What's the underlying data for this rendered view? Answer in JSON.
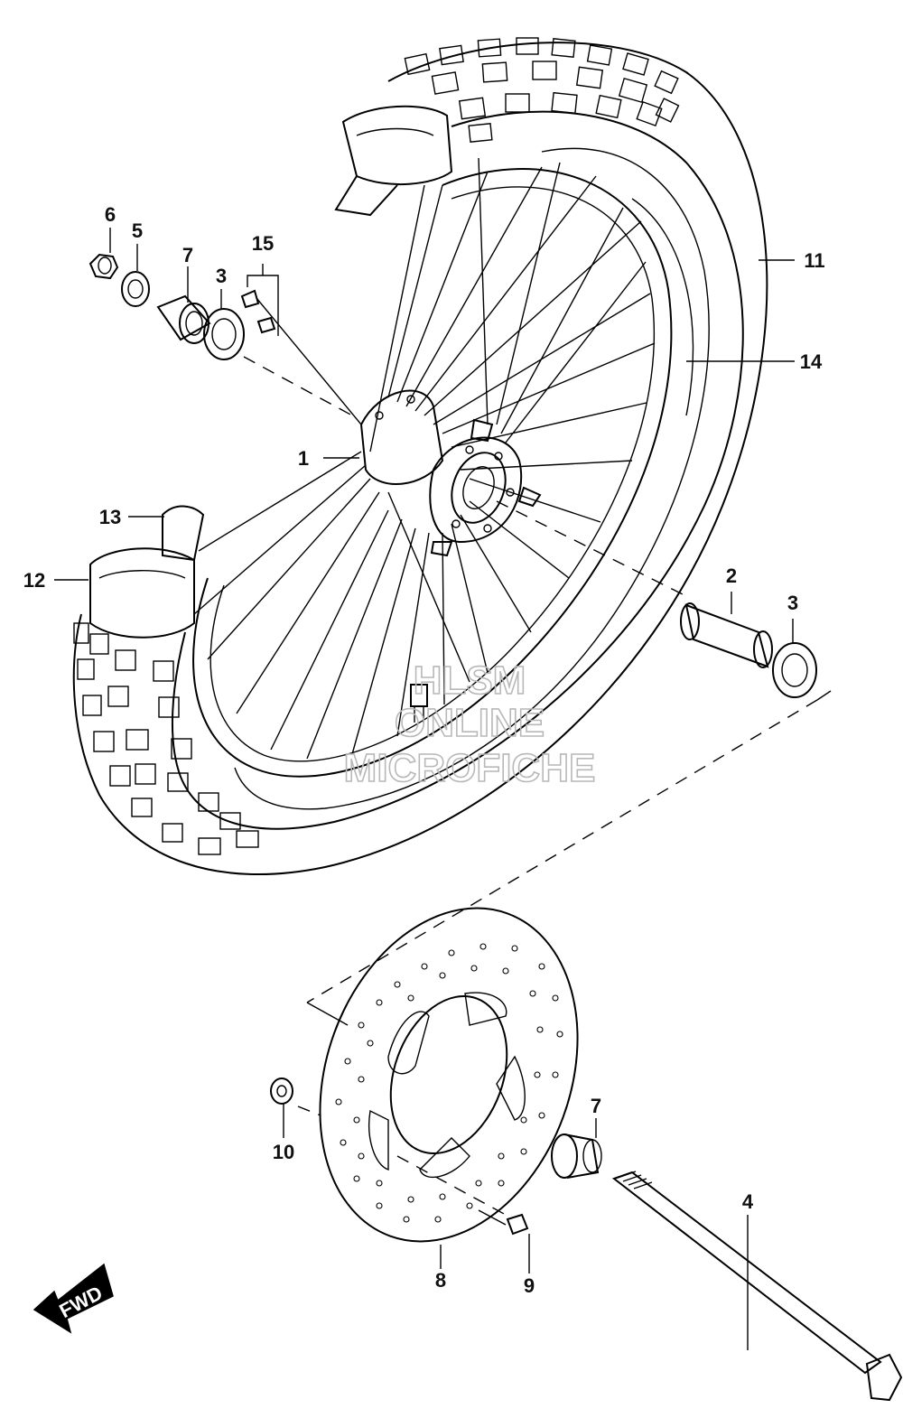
{
  "watermark": {
    "line1": "HLSM",
    "line2": "ONLINE",
    "line3": "MICROFICHE"
  },
  "fwd_label": "FWD",
  "callouts": [
    {
      "id": "c1",
      "label": "1"
    },
    {
      "id": "c2",
      "label": "2"
    },
    {
      "id": "c3a",
      "label": "3"
    },
    {
      "id": "c3b",
      "label": "3"
    },
    {
      "id": "c4",
      "label": "4"
    },
    {
      "id": "c5",
      "label": "5"
    },
    {
      "id": "c6",
      "label": "6"
    },
    {
      "id": "c7a",
      "label": "7"
    },
    {
      "id": "c7b",
      "label": "7"
    },
    {
      "id": "c8",
      "label": "8"
    },
    {
      "id": "c9",
      "label": "9"
    },
    {
      "id": "c10",
      "label": "10"
    },
    {
      "id": "c11",
      "label": "11"
    },
    {
      "id": "c12",
      "label": "12"
    },
    {
      "id": "c13",
      "label": "13"
    },
    {
      "id": "c14",
      "label": "14"
    },
    {
      "id": "c15",
      "label": "15"
    }
  ]
}
